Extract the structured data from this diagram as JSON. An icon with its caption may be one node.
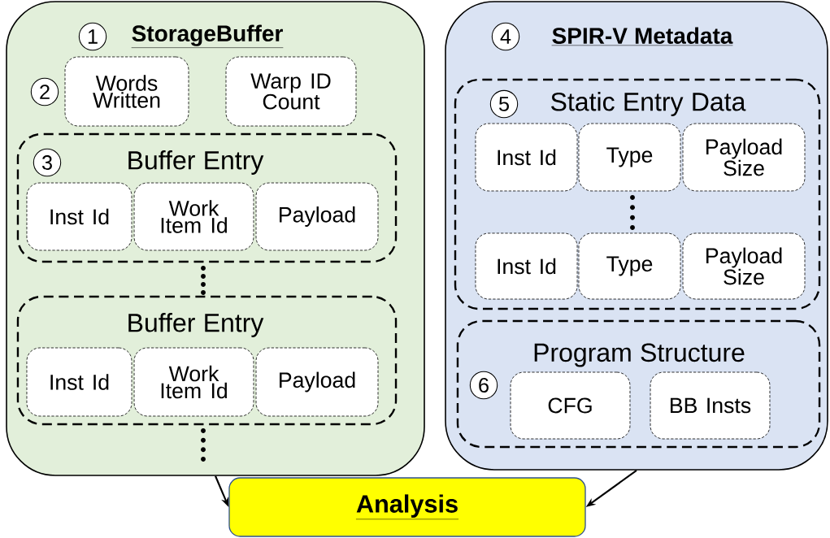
{
  "diagram": {
    "nodes": [
      {
        "text": [
          "StorageBuffer"
        ]
      },
      {
        "text": [
          "Words Written"
        ],
        "in": 0
      },
      {
        "text": [
          "Warp ID Count"
        ],
        "in": 0
      },
      {
        "text": [
          "Buffer Entry"
        ],
        "in": 0
      },
      {
        "text": [
          "Inst Id"
        ],
        "in": 3
      },
      {
        "text": [
          "Work Item Id"
        ],
        "in": 3
      },
      {
        "text": [
          "Payload"
        ],
        "in": 3
      },
      {
        "text": [
          "Buffer Entry"
        ],
        "in": 0
      },
      {
        "text": [
          "Inst Id"
        ],
        "in": 7
      },
      {
        "text": [
          "Work Item Id"
        ],
        "in": 7
      },
      {
        "text": [
          "Payload"
        ],
        "in": 7
      },
      {
        "text": [
          "SPIR-V Metadata"
        ]
      },
      {
        "text": [
          "Static Entry Data"
        ],
        "in": 11
      },
      {
        "text": [
          "Inst Id"
        ],
        "in": 12
      },
      {
        "text": [
          "Type"
        ],
        "in": 12
      },
      {
        "text": [
          "Payload Size"
        ],
        "in": 12
      },
      {
        "text": [
          "Inst Id"
        ],
        "in": 12
      },
      {
        "text": [
          "Type"
        ],
        "in": 12
      },
      {
        "text": [
          "Payload Size"
        ],
        "in": 12
      },
      {
        "text": [
          "Program Structure"
        ],
        "in": 11
      },
      {
        "text": [
          "CFG"
        ],
        "in": 19
      },
      {
        "text": [
          "BB Insts"
        ],
        "in": 19
      },
      {
        "text": [
          "Analysis"
        ]
      }
    ],
    "edges": [
      {
        "from": 0,
        "to": 22,
        "arrow": "to"
      },
      {
        "from": 11,
        "to": 22,
        "arrow": "to"
      }
    ],
    "labels": [
      "1",
      "2",
      "3",
      "4",
      "5",
      "6"
    ]
  }
}
